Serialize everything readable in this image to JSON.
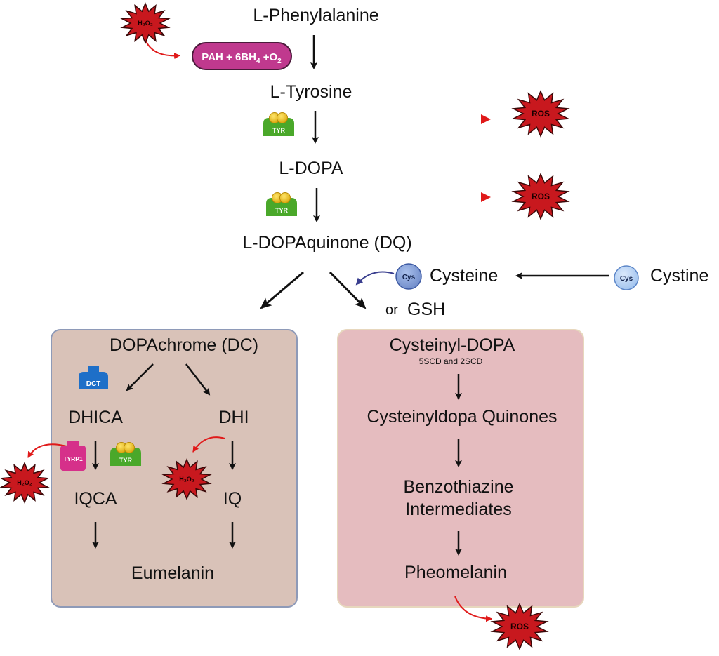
{
  "labels": {
    "phenylalanine": "L-Phenylalanine",
    "tyrosine": "L-Tyrosine",
    "dopa": "L-DOPA",
    "dopaquinone": "L-DOPAquinone (DQ)",
    "cysteine": "Cysteine",
    "cystine": "Cystine",
    "or": "or",
    "gsh": "GSH",
    "dopachrome": "DOPAchrome (DC)",
    "dhica": "DHICA",
    "dhi": "DHI",
    "iqca": "IQCA",
    "iq": "IQ",
    "eumelanin": "Eumelanin",
    "cysteinyl_dopa": "Cysteinyl-DOPA",
    "scd": "5SCD and 2SCD",
    "cysteinyldopa_quinones": "Cysteinyldopa Quinones",
    "benzothiazine_1": "Benzothiazine",
    "benzothiazine_2": "Intermediates",
    "pheomelanin": "Pheomelanin"
  },
  "badges": {
    "pah_main": "PAH + 6BH",
    "pah_sub4": "4",
    "pah_plus": " +O",
    "pah_sub2": "2",
    "h2o2": "H₂O₂",
    "ros": "ROS",
    "tyr": "TYR",
    "dct": "DCT",
    "tyrp1": "TYRP1",
    "cys": "Cys"
  },
  "colors": {
    "ros_star": "#c8181e",
    "red_arrow": "#e01a1a",
    "tyr_green": "#4aa82a",
    "copper_yellow": "#f2c414",
    "dct_blue": "#1e6fc8",
    "tyrp1_pink": "#d6308a",
    "pah_magenta": "#c0398e",
    "cys_blue": "#7e9bd6",
    "eumelanin_box": "#d9c2b8",
    "pheomelanin_box": "#e5bcbf"
  }
}
